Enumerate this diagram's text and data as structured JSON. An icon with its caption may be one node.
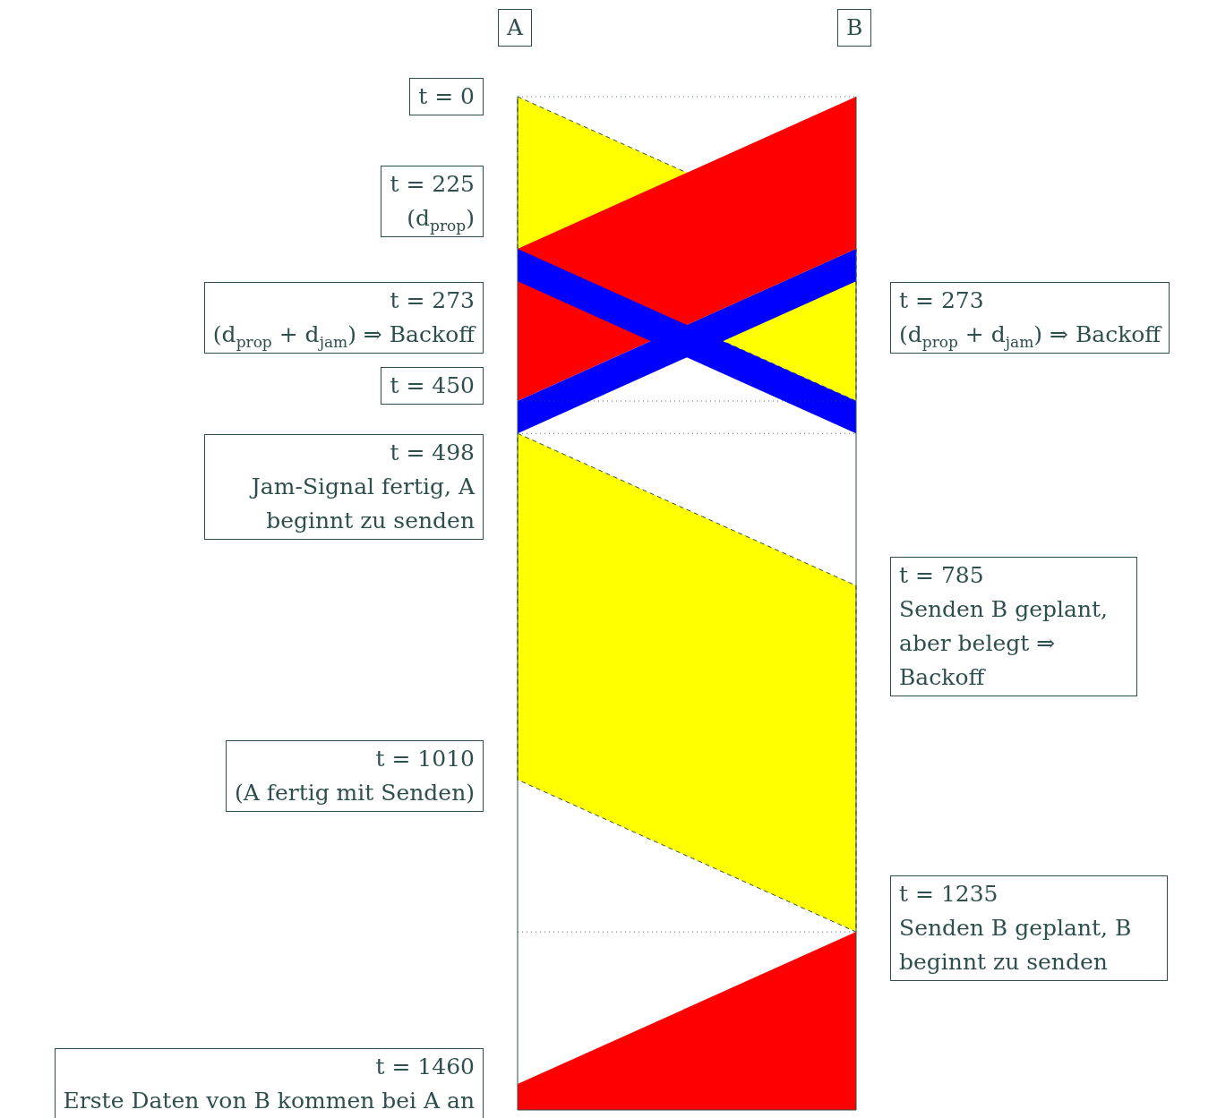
{
  "diagram": {
    "nodes": [
      {
        "text": [
          "A"
        ]
      },
      {
        "text": [
          "B"
        ]
      },
      {
        "text": [
          "t = 0"
        ]
      },
      {
        "text": [
          "t = 225",
          "(d$_{prop}$)"
        ]
      },
      {
        "text": [
          "t = 273",
          "(d$_{prop}$ + d$_{jam}$) ⇒ Backoff"
        ]
      },
      {
        "text": [
          "t = 450"
        ]
      },
      {
        "text": [
          "t = 273",
          "(d$_{prop}$ + d$_{jam}$) ⇒ Backoff"
        ]
      },
      {
        "text": [
          "t = 498",
          "Jam-Signal fertig, A beginnt zu senden"
        ]
      },
      {
        "text": [
          "t = 785",
          "Senden B geplant, aber belegt ⇒ Backoff"
        ]
      },
      {
        "text": [
          "t = 1010",
          "(A fertig mit Senden)"
        ]
      },
      {
        "text": [
          "t = 1235",
          "Senden B geplant, B beginnt zu senden"
        ]
      },
      {
        "text": [
          "t = 1460",
          "Erste Daten von B kommen bei A an"
        ]
      }
    ]
  }
}
